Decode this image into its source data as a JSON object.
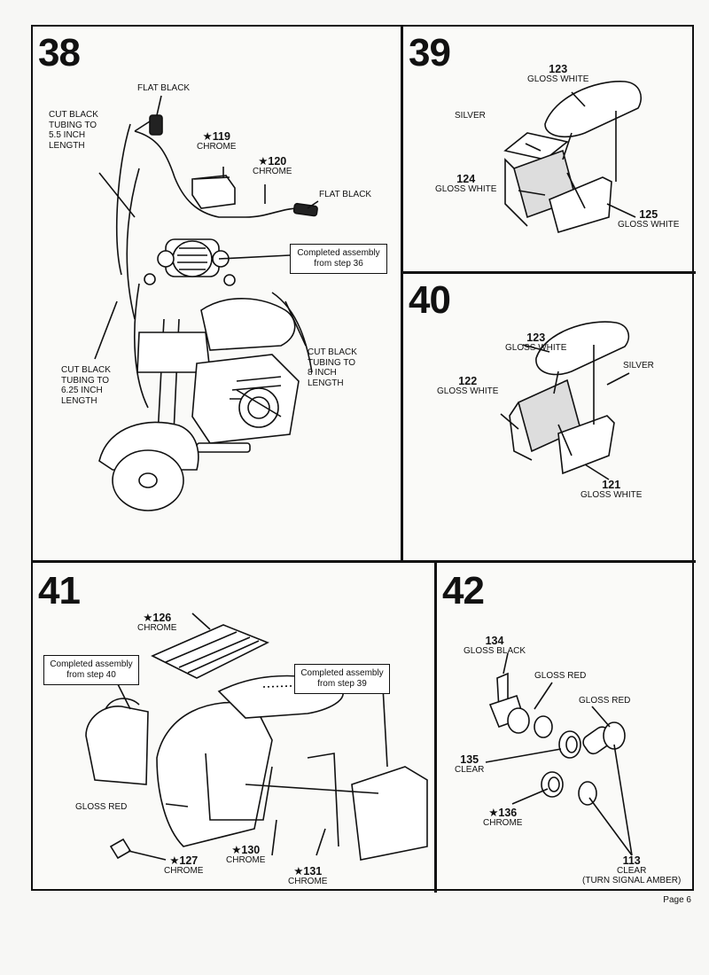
{
  "page_label": "Page 6",
  "steps": {
    "s38": {
      "number": "38",
      "flat_black_top": "FLAT BLACK",
      "p119": {
        "num": "★119",
        "color": "CHROME"
      },
      "p120": {
        "num": "★120",
        "color": "CHROME"
      },
      "flat_black_right": "FLAT BLACK",
      "completed_assembly": [
        "Completed assembly",
        "from step 36"
      ],
      "tubing_55": [
        "CUT BLACK",
        "TUBING TO",
        "5.5 INCH",
        "LENGTH"
      ],
      "tubing_625": [
        "CUT BLACK",
        "TUBING TO",
        "6.25 INCH",
        "LENGTH"
      ],
      "tubing_8": [
        "CUT BLACK",
        "TUBING TO",
        "8 INCH",
        "LENGTH"
      ]
    },
    "s39": {
      "number": "39",
      "p123": {
        "num": "123",
        "color": "GLOSS WHITE"
      },
      "silver": "SILVER",
      "p124": {
        "num": "124",
        "color": "GLOSS WHITE"
      },
      "p125": {
        "num": "125",
        "color": "GLOSS WHITE"
      }
    },
    "s40": {
      "number": "40",
      "p123": {
        "num": "123",
        "color": "GLOSS WHITE"
      },
      "silver": "SILVER",
      "p122": {
        "num": "122",
        "color": "GLOSS WHITE"
      },
      "p121": {
        "num": "121",
        "color": "GLOSS WHITE"
      }
    },
    "s41": {
      "number": "41",
      "p126": {
        "num": "★126",
        "color": "CHROME"
      },
      "completed_40": [
        "Completed assembly",
        "from step 40"
      ],
      "completed_39": [
        "Completed assembly",
        "from step 39"
      ],
      "gloss_red": "GLOSS RED",
      "p127": {
        "num": "★127",
        "color": "CHROME"
      },
      "p130": {
        "num": "★130",
        "color": "CHROME"
      },
      "p131": {
        "num": "★131",
        "color": "CHROME"
      }
    },
    "s42": {
      "number": "42",
      "p134": {
        "num": "134",
        "color": "GLOSS BLACK"
      },
      "gloss_red_1": "GLOSS RED",
      "gloss_red_2": "GLOSS RED",
      "p135": {
        "num": "135",
        "color": "CLEAR"
      },
      "p136": {
        "num": "★136",
        "color": "CHROME"
      },
      "p113": {
        "num": "113",
        "color": "CLEAR",
        "note": "(TURN SIGNAL AMBER)"
      }
    }
  }
}
